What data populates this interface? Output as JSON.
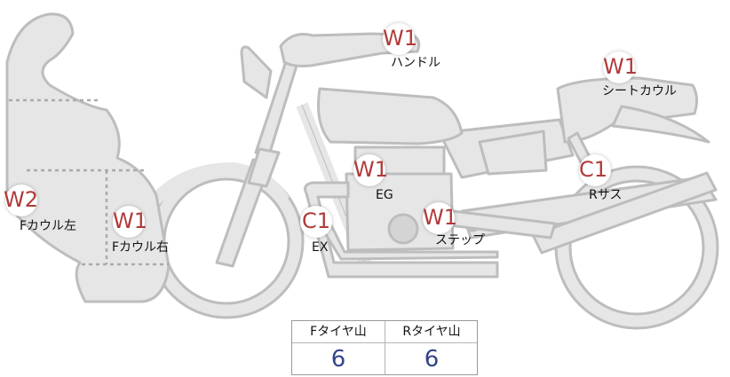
{
  "parts": [
    {
      "key": "handle",
      "code": "W1",
      "label": "ハンドル"
    },
    {
      "key": "seat-cowl",
      "code": "W1",
      "label": "シートカウル"
    },
    {
      "key": "engine",
      "code": "W1",
      "label": "EG"
    },
    {
      "key": "rear-suspension",
      "code": "C1",
      "label": "Rサス"
    },
    {
      "key": "front-cowl-left",
      "code": "W2",
      "label": "Fカウル左"
    },
    {
      "key": "front-cowl-right",
      "code": "W1",
      "label": "Fカウル右"
    },
    {
      "key": "exhaust",
      "code": "C1",
      "label": "EX"
    },
    {
      "key": "step",
      "code": "W1",
      "label": "ステップ"
    }
  ],
  "tire_tread": {
    "front_label": "Fタイヤ山",
    "rear_label": "Rタイヤ山",
    "front_value": "6",
    "rear_value": "6"
  },
  "colors": {
    "part_fill": "#e6e6e6",
    "part_stroke": "#bdbdbd",
    "code_text": "#b03a3a",
    "value_text": "#33448a"
  }
}
